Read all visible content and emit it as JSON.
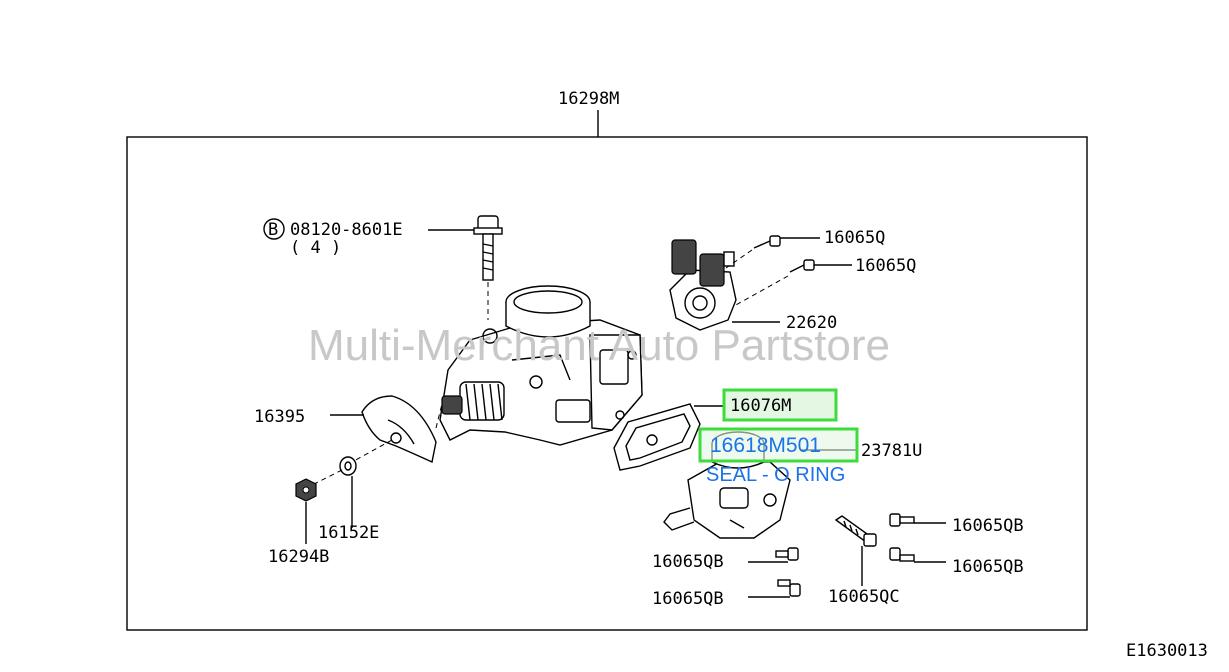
{
  "diagram": {
    "assembly_label": "16298M",
    "figure_code": "E1630013",
    "watermark": "Multi-Merchant Auto Partstore",
    "callouts": {
      "bolt_prefix": "B",
      "bolt_part": "08120-8601E",
      "bolt_qty": "( 4 )",
      "screw_q1": "16065Q",
      "screw_q2": "16065Q",
      "sensor": "22620",
      "gasket": "16076M",
      "iacv": "23781U",
      "lever": "16395",
      "washer": "16152E",
      "nut": "16294B",
      "screw_qb1": "16065QB",
      "screw_qb2": "16065QB",
      "screw_qb3": "16065QB",
      "screw_qb4": "16065QB",
      "screw_qc": "16065QC"
    },
    "highlights": {
      "gasket_box": "16076M",
      "seal_part": "16618M501",
      "seal_desc": "SEAL - O RING"
    },
    "colors": {
      "highlight_border": "#3ddc3d",
      "highlight_fill": "#e3f7e3",
      "highlight_text": "#1a73e8",
      "watermark": "#c8c8c8"
    }
  }
}
